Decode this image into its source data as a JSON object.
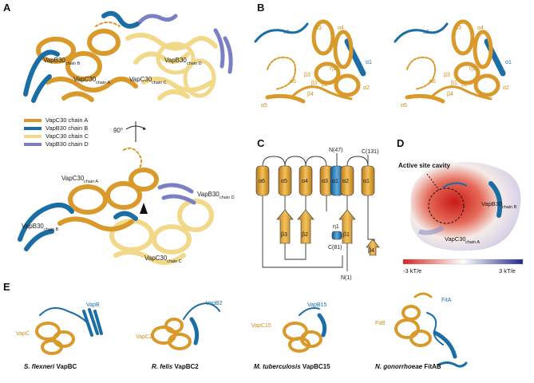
{
  "colors": {
    "vapc_a": "#d99a2b",
    "vapb_b": "#1b6ea5",
    "vapc_c": "#f2d98a",
    "vapb_d": "#7b7fc4",
    "bar_neg": "#d7261e",
    "bar_mid": "#ffffff",
    "bar_pos": "#232a8c"
  },
  "panels": {
    "a": "A",
    "b": "B",
    "c": "C",
    "d": "D",
    "e": "E"
  },
  "panel_a": {
    "top_labels": {
      "vapb30_b_main": "VapB30",
      "vapb30_b_sub": "chain B",
      "vapc30_a_main": "VapC30",
      "vapc30_a_sub": "chain A",
      "vapc30_c_main": "VapC30",
      "vapc30_c_sub": "chain C",
      "vapb30_d_main": "VapB30",
      "vapb30_d_sub": "chain D"
    },
    "legend": [
      {
        "label": "VapC30 chain A",
        "color": "#d99a2b"
      },
      {
        "label": "VapB30 chain B",
        "color": "#1b6ea5"
      },
      {
        "label": "VapC30 chain C",
        "color": "#f2d98a"
      },
      {
        "label": "VapB30 chain D",
        "color": "#7b7fc4"
      }
    ],
    "rotation": "90°",
    "bottom_labels": {
      "vapc30_a_main": "VapC30",
      "vapc30_a_sub": "chain A",
      "vapb30_d_main": "VapB30",
      "vapb30_d_sub": "chain D",
      "vapb30_b_main": "VapB30",
      "vapb30_b_sub": "chain B",
      "vapc30_c_main": "VapC30",
      "vapc30_c_sub": "chain C"
    }
  },
  "panel_b": {
    "labels": [
      "α1",
      "α2",
      "α3",
      "α4",
      "α5",
      "α6",
      "β1",
      "β2",
      "β3",
      "β4",
      "η1"
    ]
  },
  "panel_c": {
    "helices": [
      "α6",
      "α5",
      "α4",
      "α3",
      "α1",
      "α2",
      "α1"
    ],
    "strands": [
      "β3",
      "β2",
      "β1",
      "β4"
    ],
    "eta": "η1",
    "termini": {
      "n47": "N(47)",
      "c131": "C(131)",
      "c81": "C(81)",
      "n1": "N(1)"
    }
  },
  "panel_d": {
    "cavity_label": "Active site cavity",
    "vapb_main": "VapB30",
    "vapb_sub": "chain B",
    "vapc_main": "VapC30",
    "vapc_sub": "chain A",
    "scale_min": "-3 kT/e",
    "scale_max": "3 kT/e"
  },
  "panel_e": {
    "items": [
      {
        "species": "S. flexneri",
        "complex": "VapBC",
        "toxin": "VapC",
        "antitoxin": "VapB"
      },
      {
        "species": "R. felis",
        "complex": "VapBC2",
        "toxin": "VapC2",
        "antitoxin": "VapB2"
      },
      {
        "species": "M. tuberculosis",
        "complex": "VapBC15",
        "toxin": "VapC15",
        "antitoxin": "VapB15"
      },
      {
        "species": "N. gonorrhoeae",
        "complex": "FitAB",
        "toxin": "FitB",
        "antitoxin": "FitA"
      }
    ]
  }
}
